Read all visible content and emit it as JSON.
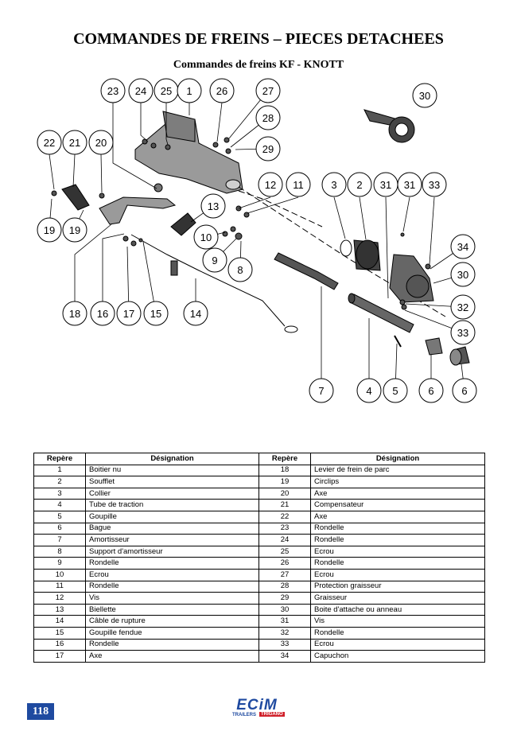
{
  "title": "COMMANDES DE FREINS – PIECES DETACHEES",
  "subtitle": "Commandes de freins KF - KNOTT",
  "callouts": [
    "23",
    "24",
    "25",
    "1",
    "26",
    "27",
    "28",
    "29",
    "30",
    "22",
    "21",
    "20",
    "12",
    "11",
    "3",
    "2",
    "31",
    "31",
    "33",
    "13",
    "34",
    "30",
    "10",
    "19",
    "19",
    "9",
    "8",
    "32",
    "33",
    "18",
    "16",
    "17",
    "15",
    "14",
    "7",
    "4",
    "5",
    "6",
    "6"
  ],
  "table": {
    "headers": [
      "Repère",
      "Désignation",
      "Repère",
      "Désignation"
    ],
    "rows": [
      [
        "1",
        "Boitier nu",
        "18",
        "Levier de frein de parc"
      ],
      [
        "2",
        "Soufflet",
        "19",
        "Circlips"
      ],
      [
        "3",
        "Collier",
        "20",
        "Axe"
      ],
      [
        "4",
        "Tube de traction",
        "21",
        "Compensateur"
      ],
      [
        "5",
        "Goupille",
        "22",
        "Axe"
      ],
      [
        "6",
        "Bague",
        "23",
        "Rondelle"
      ],
      [
        "7",
        "Amortisseur",
        "24",
        "Rondelle"
      ],
      [
        "8",
        "Support d'amortisseur",
        "25",
        "Ecrou"
      ],
      [
        "9",
        "Rondelle",
        "26",
        "Rondelle"
      ],
      [
        "10",
        "Ecrou",
        "27",
        "Ecrou"
      ],
      [
        "11",
        "Rondelle",
        "28",
        "Protection graisseur"
      ],
      [
        "12",
        "Vis",
        "29",
        "Graisseur"
      ],
      [
        "13",
        "Biellette",
        "30",
        "Boite d'attache ou anneau"
      ],
      [
        "14",
        "Câble de rupture",
        "31",
        "Vis"
      ],
      [
        "15",
        "Goupille fendue",
        "32",
        "Rondelle"
      ],
      [
        "16",
        "Rondelle",
        "33",
        "Ecrou"
      ],
      [
        "17",
        "Axe",
        "34",
        "Capuchon"
      ]
    ]
  },
  "footer": {
    "page_number": "118",
    "logo_main": "ECiM",
    "logo_sub": "TRAILERS",
    "logo_trigano": "TRIGANO"
  }
}
